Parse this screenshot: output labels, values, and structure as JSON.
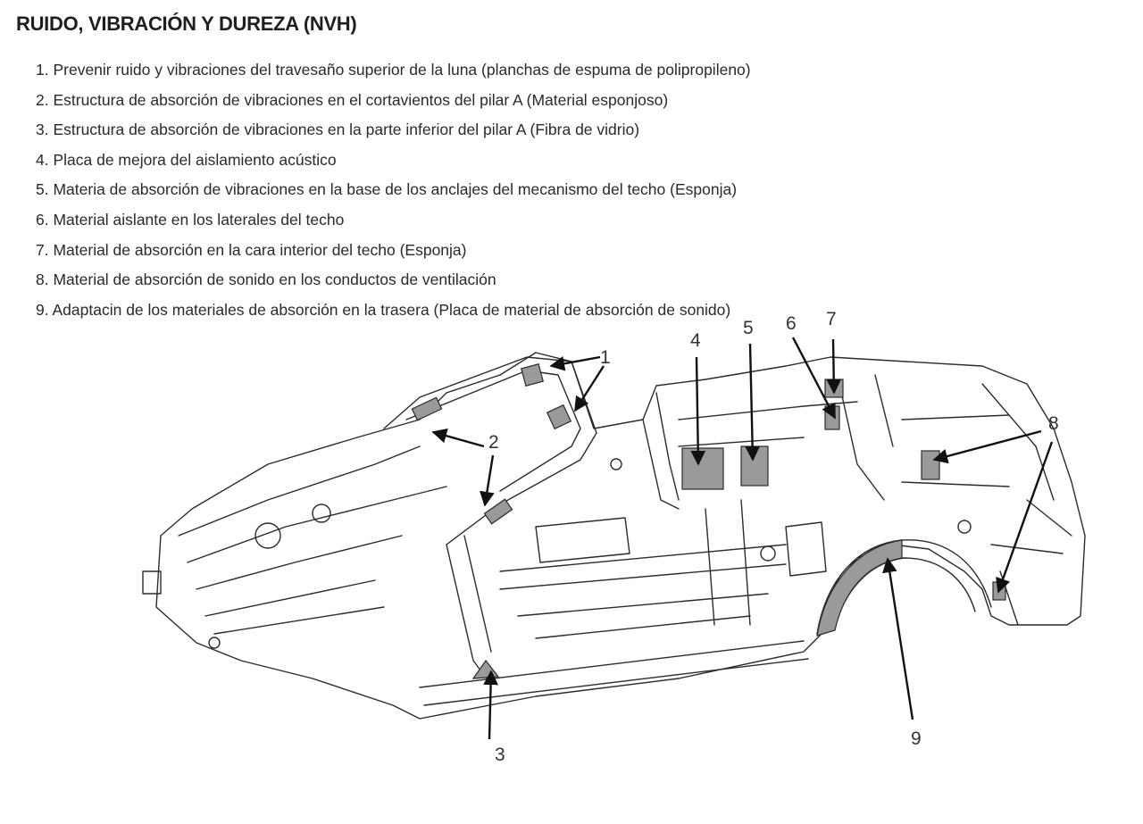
{
  "title": "RUIDO, VIBRACIÓN Y DUREZA (NVH)",
  "legend_items": [
    "1. Prevenir ruido y vibraciones del travesaño superior de la luna (planchas de espuma de polipropileno)",
    "2. Estructura de absorción de vibraciones en el cortavientos del pilar A (Material esponjoso)",
    "3. Estructura de absorción de vibraciones en la parte inferior del pilar A (Fibra de vidrio)",
    "4. Placa de mejora del aislamiento acústico",
    "5. Materia de absorción de vibraciones en la base de los anclajes del mecanismo del techo (Esponja)",
    "6. Material aislante en los laterales del techo",
    "7. Material de absorción en la cara interior del techo (Esponja)",
    "8. Material de absorción de sonido en los conductos de ventilación",
    "9. Adaptacin de los materiales de absorción en la trasera (Placa de material de absorción de sonido)"
  ],
  "callouts": {
    "c1": "1",
    "c2": "2",
    "c3": "3",
    "c4": "4",
    "c5": "5",
    "c6": "6",
    "c7": "7",
    "c8": "8",
    "c9": "9"
  },
  "colors": {
    "line": "#2b2b2b",
    "fill_parts": "#9a9a9a",
    "fill_body": "#ffffff"
  },
  "icons": {
    "arrow": "arrowhead"
  }
}
